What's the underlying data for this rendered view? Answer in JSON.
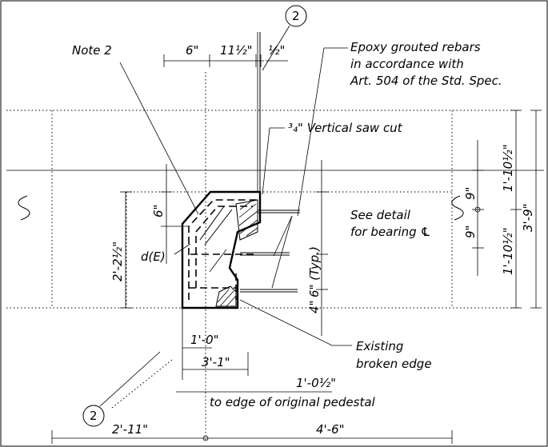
{
  "labels": {
    "note": "Note 2",
    "marker_top": "2",
    "marker_bottom": "2",
    "epoxy_line1": "Epoxy grouted rebars",
    "epoxy_line2": "in accordance with",
    "epoxy_line3": "Art. 504 of the Std. Spec.",
    "saw_cut": "³₄\" Vertical saw cut",
    "see_detail_line1": "See detail",
    "see_detail_line2": "for bearing ℄",
    "d_e": "d(E)",
    "existing_line1": "Existing",
    "existing_line2": "broken edge",
    "to_edge": "to edge of original pedestal"
  },
  "dimensions": {
    "top_6": "6\"",
    "top_11_5": "11½\"",
    "top_half": "½\"",
    "left_2_2_5": "2'-2½\"",
    "left_6": "6\"",
    "right_1_10_5_top": "1'-10½\"",
    "right_1_10_5_bottom": "1'-10½\"",
    "right_9_top": "9\"",
    "right_9_bottom": "9\"",
    "right_3_9": "3'-9\"",
    "mid_6_typ": "6\" (Typ.)",
    "mid_4": "4\"",
    "bot_1_0": "1'-0\"",
    "bot_3_1": "3'-1\"",
    "bot_1_0_5": "1'-0½\"",
    "bot_2_11": "2'-11\"",
    "bot_4_6": "4'-6\""
  }
}
